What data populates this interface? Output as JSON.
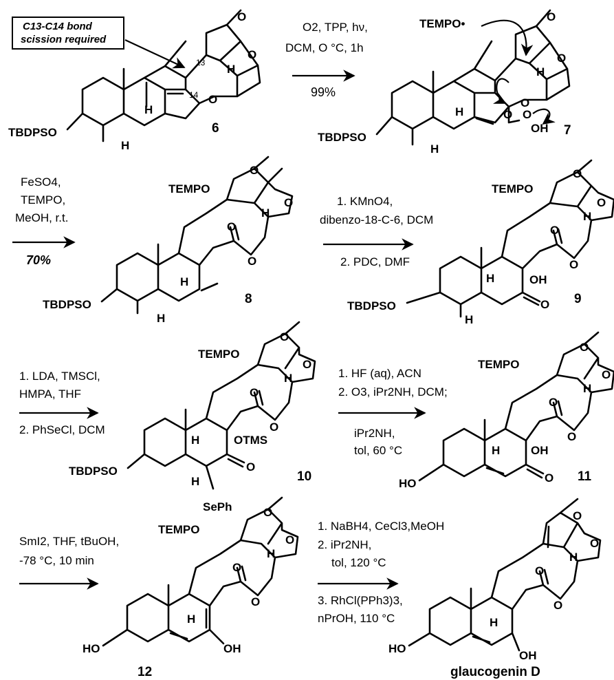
{
  "note": {
    "line1": "C13-C14 bond",
    "line2": "scission required"
  },
  "atoms": {
    "O": "O",
    "H": "H",
    "OH": "OH",
    "HO": "HO",
    "TBDPSO": "TBDPSO",
    "TEMPO": "TEMPO",
    "TEMPO_radical": "TEMPO•",
    "OTMS": "OTMS",
    "SePh": "SePh",
    "n13": "13",
    "n14": "14"
  },
  "compounds": [
    "6",
    "7",
    "8",
    "9",
    "10",
    "11",
    "12",
    "glaucogenin D"
  ],
  "steps": {
    "s1": {
      "c1": "O2, TPP, hν,",
      "c2": "DCM, O °C, 1h",
      "yield": "99%"
    },
    "s2": {
      "c1": "FeSO4,",
      "c2": "TEMPO,",
      "c3": "MeOH, r.t.",
      "yield": "70%"
    },
    "s3": {
      "c1": "1. KMnO4,",
      "c2": "dibenzo-18-C-6, DCM",
      "c3": "2. PDC, DMF"
    },
    "s4": {
      "c1": "1. LDA, TMSCl,",
      "c2": "HMPA, THF",
      "c3": "2. PhSeCl, DCM"
    },
    "s5": {
      "c1": "1. HF (aq), ACN",
      "c2": "2. O3, iPr2NH, DCM;",
      "c3": "iPr2NH,",
      "c4": "tol, 60 °C"
    },
    "s6": {
      "c1": "SmI2, THF, tBuOH,",
      "c2": "-78 °C, 10 min"
    },
    "s7": {
      "c1": "1. NaBH4, CeCl3,MeOH",
      "c2": "2. iPr2NH,",
      "c3": "tol, 120 °C",
      "c4": "3. RhCl(PPh3)3,",
      "c5": "nPrOH, 110 °C"
    }
  }
}
